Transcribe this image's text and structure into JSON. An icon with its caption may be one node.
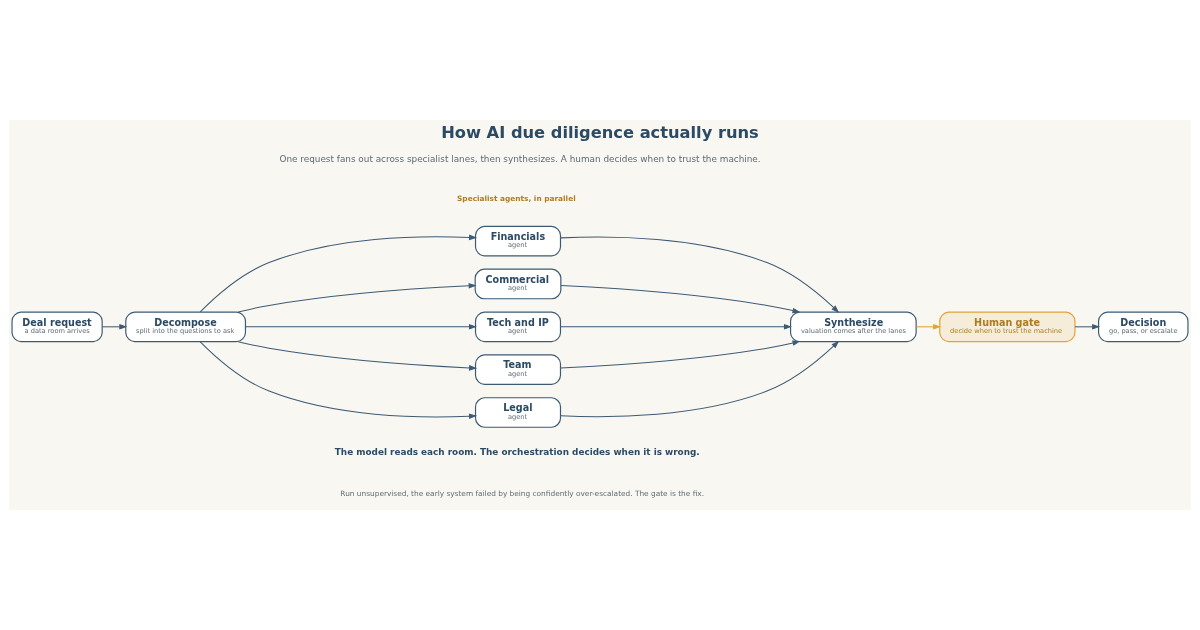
{
  "diagram": {
    "title": "How AI due diligence actually runs",
    "nodes": [
      {
        "text": [
          "Deal request",
          "a data room arrives"
        ]
      },
      {
        "text": [
          "Decompose",
          "split into the questions to ask"
        ]
      },
      {
        "text": [
          "Financials",
          "agent"
        ]
      },
      {
        "text": [
          "Commercial",
          "agent"
        ]
      },
      {
        "text": [
          "Tech and IP",
          "agent"
        ]
      },
      {
        "text": [
          "Team",
          "agent"
        ]
      },
      {
        "text": [
          "Legal",
          "agent"
        ]
      },
      {
        "text": [
          "Synthesize",
          "valuation comes after the lanes"
        ]
      },
      {
        "text": [
          "Human gate",
          "decide when to trust the machine"
        ]
      },
      {
        "text": [
          "Decision",
          "go, pass, or escalate"
        ]
      }
    ],
    "edges": [
      {
        "from": 0,
        "to": 1,
        "arrow": "to"
      },
      {
        "from": 1,
        "to": 2,
        "arrow": "to"
      },
      {
        "from": 1,
        "to": 3,
        "arrow": "to"
      },
      {
        "from": 1,
        "to": 4,
        "arrow": "to"
      },
      {
        "from": 1,
        "to": 5,
        "arrow": "to"
      },
      {
        "from": 1,
        "to": 6,
        "arrow": "to"
      },
      {
        "from": 2,
        "to": 7,
        "arrow": "to"
      },
      {
        "from": 3,
        "to": 7,
        "arrow": "to"
      },
      {
        "from": 4,
        "to": 7,
        "arrow": "to"
      },
      {
        "from": 5,
        "to": 7,
        "arrow": "to"
      },
      {
        "from": 6,
        "to": 7,
        "arrow": "to"
      },
      {
        "from": 7,
        "to": 8,
        "arrow": "to",
        "color": "#e0a33a"
      },
      {
        "from": 8,
        "to": 9,
        "arrow": "to"
      }
    ],
    "labels": [
      "One request fans out across specialist lanes, then synthesizes. A human decides when to trust the machine.",
      "Specialist agents, in parallel",
      "The model reads each room. The orchestration decides when it is wrong.",
      "Run unsupervised, the early system failed by being confidently over-escalated. The gate is the fix."
    ]
  }
}
